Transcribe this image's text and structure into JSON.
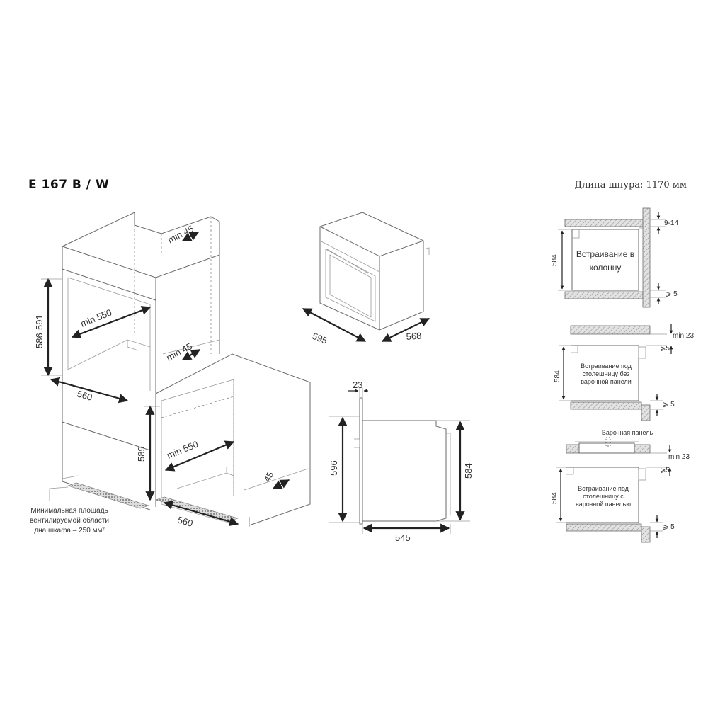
{
  "header": {
    "model": "E 167 B / W",
    "cord_length": "Длина шнура: 1170 мм"
  },
  "cabinet": {
    "upper_gap": "min 45",
    "upper_depth": "min 550",
    "upper_height": "586-591",
    "upper_width": "560",
    "middle_gap": "min 45",
    "lower_height": "589",
    "lower_depth": "min 550",
    "lower_width": "560",
    "lower_gap": "45",
    "vent_note": [
      "Минимальная площадь",
      "вентилируемой области",
      "дна шкафа – 250 мм²"
    ]
  },
  "oven_iso": {
    "width": "595",
    "depth": "568"
  },
  "oven_side": {
    "front_thickness": "23",
    "front_height": "596",
    "body_height": "584",
    "body_depth": "545"
  },
  "install_column": {
    "label": [
      "Встраивание в",
      "колонну"
    ],
    "height": "584",
    "top_gap": "9-14",
    "bottom_gap": "⩾ 5"
  },
  "install_no_hob": {
    "label": [
      "Встраивание под",
      "столешницу без",
      "варочной панели"
    ],
    "height": "584",
    "top_gap": "min 23",
    "side_gap": "⩾5",
    "bottom_gap": "⩾ 5"
  },
  "install_hob": {
    "hob_label": "Варочная панель",
    "label": [
      "Встраивание под",
      "столешницу с",
      "варочной панелью"
    ],
    "height": "584",
    "top_gap": "min 23",
    "side_gap": "⩾5",
    "bottom_gap": "⩾ 5"
  }
}
